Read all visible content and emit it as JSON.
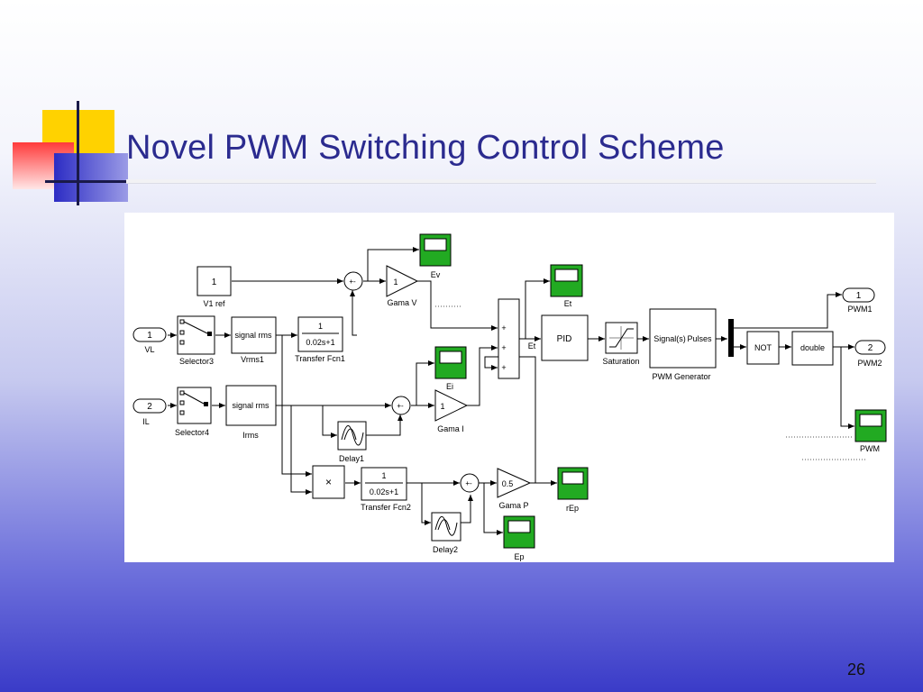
{
  "slide": {
    "title": "Novel PWM Switching Control Scheme",
    "page_number": "26"
  },
  "colors": {
    "title": "#2b2b8f",
    "scope_green": "#22aa22",
    "deco_yellow": "#ffd200",
    "deco_red": "#ff4a4a",
    "deco_blue": "#3333cc"
  },
  "diagram": {
    "blocks": {
      "v1ref_value": "1",
      "v1ref_label": "V1 ref",
      "inport_vl_num": "1",
      "inport_vl_label": "VL",
      "inport_il_num": "2",
      "inport_il_label": "IL",
      "selector3_label": "Selector3",
      "selector4_label": "Selector4",
      "vrms1_text": "signal rms",
      "vrms1_label": "Vrms1",
      "irms_text": "signal rms",
      "irms_label": "Irms",
      "tf1_num": "1",
      "tf1_den": "0.02s+1",
      "tf1_label": "Transfer Fcn1",
      "tf2_num": "1",
      "tf2_den": "0.02s+1",
      "tf2_label": "Transfer Fcn2",
      "sum_sign": "+-",
      "gamav_value": "1",
      "gamav_label": "Gama V",
      "gamai_value": "1",
      "gamai_label": "Gama I",
      "gamap_value": "0.5",
      "gamap_label": "Gama P",
      "product_symbol": "×",
      "delay1_label": "Delay1",
      "delay2_label": "Delay2",
      "scope_ev": "Ev",
      "scope_ei": "Ei",
      "scope_ep": "Ep",
      "scope_rep": "rEp",
      "scope_et": "Et",
      "scope_pwm": "PWM",
      "sum3_plus": "+",
      "et_signal": "Et",
      "pid_label": "PID",
      "saturation_label": "Saturation",
      "pwmgen_in": "Signal(s)",
      "pwmgen_out": "Pulses",
      "pwmgen_label": "PWM Generator",
      "not_label": "NOT",
      "double_label": "double",
      "outport_pwm1_num": "1",
      "outport_pwm1_label": "PWM1",
      "outport_pwm2_num": "2",
      "outport_pwm2_label": "PWM2"
    }
  }
}
